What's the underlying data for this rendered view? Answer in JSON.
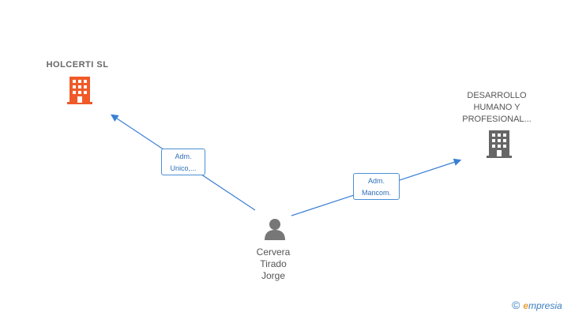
{
  "nodes": {
    "company_main": {
      "name": "HOLCERTI  SL",
      "color": "#f05a28",
      "icon": "building-icon"
    },
    "company_other": {
      "name_lines": [
        "DESARROLLO",
        "HUMANO Y",
        "PROFESIONAL..."
      ],
      "color": "#666666",
      "icon": "building-icon"
    },
    "person": {
      "name_lines": [
        "Cervera",
        "Tirado",
        "Jorge"
      ],
      "color": "#777777",
      "icon": "person-icon"
    }
  },
  "edges": [
    {
      "label_lines": [
        "Adm.",
        "Unico,..."
      ],
      "color": "#3a7fd4"
    },
    {
      "label_lines": [
        "Adm.",
        "Mancom."
      ],
      "color": "#3a7fd4"
    }
  ],
  "brand": {
    "copyright": "©",
    "first_letter": "e",
    "rest": "mpresia"
  }
}
